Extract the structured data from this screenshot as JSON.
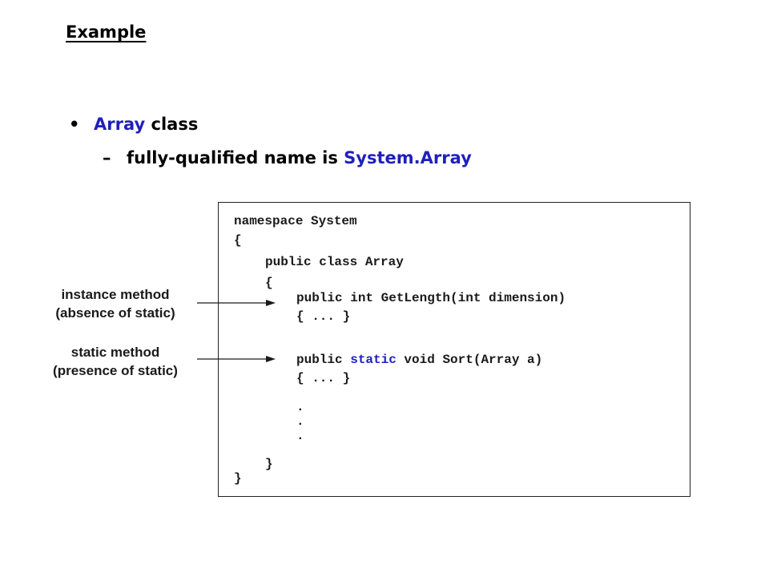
{
  "slide": {
    "heading": "Example",
    "bullet": {
      "marker": "•",
      "highlight": "Array",
      "rest": " class"
    },
    "sub_bullet": {
      "marker": "–",
      "text": "fully-qualified name is ",
      "highlight": "System.Array"
    }
  },
  "code": {
    "line_namespace": "namespace System",
    "line_open_ns": "{",
    "line_class": "public class Array",
    "line_open_class": "{",
    "line_getlength": "public int GetLength(int dimension)",
    "line_getlength_body": "{ ... }",
    "line_sort_prefix": "public ",
    "line_sort_keyword": "static",
    "line_sort_suffix": " void Sort(Array a)",
    "line_sort_body": "{ ... }",
    "dot_1": ".",
    "dot_2": ".",
    "dot_3": ".",
    "line_close_class": "}",
    "line_close_ns": "}"
  },
  "callouts": {
    "instance": {
      "line1": "instance method",
      "line2": "(absence of static)"
    },
    "static": {
      "line1": "static method",
      "line2": "(presence of static)"
    }
  },
  "colors": {
    "accent_blue": "#1f1fbd",
    "text": "#1a1a1a",
    "border": "#222222",
    "background": "#ffffff"
  }
}
